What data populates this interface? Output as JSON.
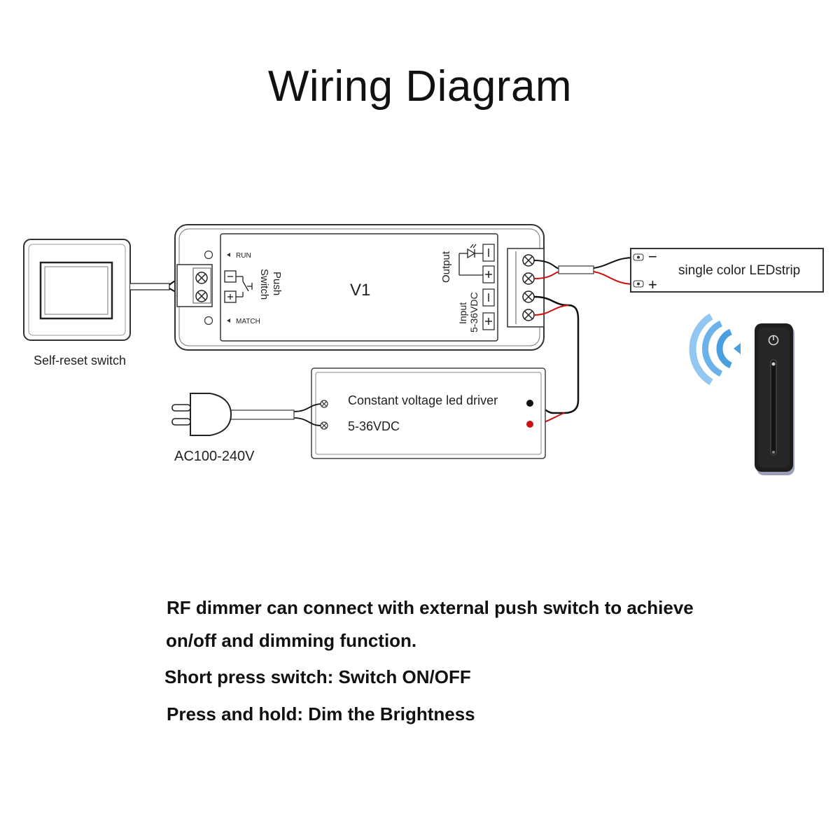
{
  "title": "Wiring Diagram",
  "diagram": {
    "switch_label": "Self-reset switch",
    "controller": {
      "name": "V1",
      "run_label": "RUN",
      "match_label": "MATCH",
      "push_switch_line1": "Push",
      "push_switch_line2": "Switch",
      "output_label": "Output",
      "input_line1": "Input",
      "input_line2": "5-36VDC",
      "minus": "−",
      "plus": "+"
    },
    "led_strip": {
      "label": "single color LEDstrip",
      "minus": "−",
      "plus": "+"
    },
    "driver": {
      "line1": "Constant voltage led driver",
      "line2": "5-36VDC"
    },
    "ac_label": "AC100-240V"
  },
  "notes": [
    "RF dimmer can connect with external push switch to achieve",
    "on/off and dimming function.",
    "Short press switch: Switch ON/OFF",
    "Press and hold: Dim the Brightness"
  ],
  "colors": {
    "wire_black": "#111111",
    "wire_red": "#cc1111",
    "rf_waves": "#4a9fe0",
    "remote_body": "#1e1e1e"
  }
}
